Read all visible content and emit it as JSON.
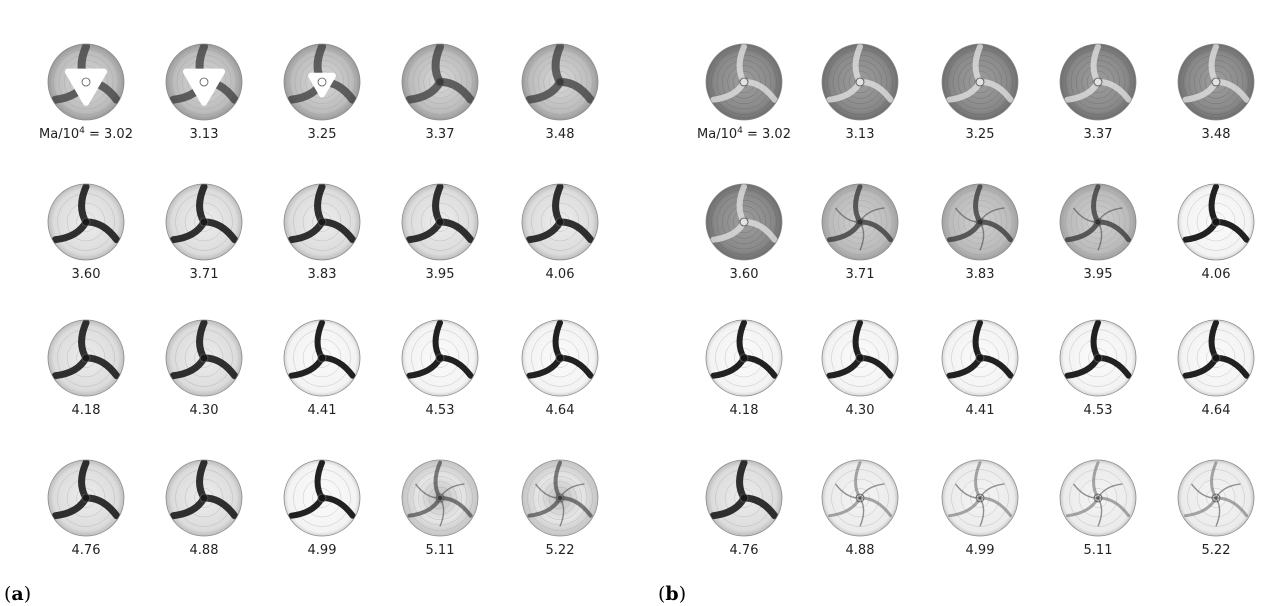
{
  "panels": [
    {
      "label_open": "(",
      "label_letter": "a",
      "label_close": ")",
      "first_prefix": "Ma/10",
      "first_sup": "4",
      "first_eq": " = ",
      "captions": [
        "3.02",
        "3.13",
        "3.25",
        "3.37",
        "3.48",
        "3.60",
        "3.71",
        "3.83",
        "3.95",
        "4.06",
        "4.18",
        "4.30",
        "4.41",
        "4.53",
        "4.64",
        "4.76",
        "4.88",
        "4.99",
        "5.11",
        "5.22"
      ],
      "styles": [
        "dark",
        "dark",
        "dark",
        "dark",
        "dark",
        "medium",
        "medium",
        "medium",
        "medium",
        "medium",
        "medium",
        "medium",
        "light",
        "light",
        "light",
        "medium",
        "medium",
        "light",
        "chaotic",
        "chaotic"
      ],
      "void": [
        1,
        1,
        0.6,
        0,
        0,
        0,
        0,
        0,
        0,
        0,
        0,
        0,
        0,
        0,
        0,
        0,
        0,
        0,
        0,
        0
      ]
    },
    {
      "label_open": "(",
      "label_letter": "b",
      "label_close": ")",
      "first_prefix": "Ma/10",
      "first_sup": "4",
      "first_eq": " = ",
      "captions": [
        "3.02",
        "3.13",
        "3.25",
        "3.37",
        "3.48",
        "3.60",
        "3.71",
        "3.83",
        "3.95",
        "4.06",
        "4.18",
        "4.30",
        "4.41",
        "4.53",
        "4.64",
        "4.76",
        "4.88",
        "4.99",
        "5.11",
        "5.22"
      ],
      "styles": [
        "swirl",
        "swirl",
        "swirl",
        "swirl",
        "swirl",
        "swirl",
        "swirlmix",
        "swirlmix",
        "swirlmix",
        "light",
        "light",
        "light",
        "light",
        "light",
        "light",
        "medium",
        "faint",
        "faint",
        "faint",
        "faint"
      ],
      "void": [
        0,
        0,
        0,
        0,
        0,
        0,
        0,
        0,
        0,
        0,
        0,
        0,
        0,
        0,
        0,
        0,
        0,
        0,
        0,
        0
      ]
    }
  ]
}
